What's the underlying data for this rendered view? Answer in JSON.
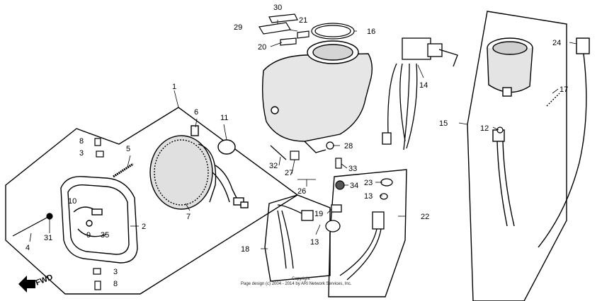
{
  "callouts": [
    "1",
    "2",
    "3",
    "4",
    "5",
    "6",
    "7",
    "8",
    "9",
    "10",
    "11",
    "12",
    "13",
    "14",
    "15",
    "16",
    "17",
    "18",
    "19",
    "20",
    "21",
    "22",
    "23",
    "24",
    "26",
    "27",
    "28",
    "29",
    "30",
    "31",
    "32",
    "33",
    "34",
    "35"
  ],
  "labels": {
    "c1": "1",
    "c2": "2",
    "c3a": "3",
    "c3b": "3",
    "c4": "4",
    "c5": "5",
    "c6": "6",
    "c7": "7",
    "c8a": "8",
    "c8b": "8",
    "c9": "9",
    "c10": "10",
    "c11": "11",
    "c12": "12",
    "c13a": "13",
    "c13b": "13",
    "c14": "14",
    "c15": "15",
    "c16": "16",
    "c17": "17",
    "c18": "18",
    "c19": "19",
    "c20": "20",
    "c21": "21",
    "c22": "22",
    "c23": "23",
    "c24": "24",
    "c26": "26",
    "c27": "27",
    "c28": "28",
    "c29": "29",
    "c30": "30",
    "c31": "31",
    "c32": "32",
    "c33": "33",
    "c34": "34",
    "c35": "35"
  },
  "direction_label": "FWD",
  "copyright": {
    "line1": "Copyright",
    "line2": "Page design (c) 2004 - 2014 by ARI Network Services, Inc."
  }
}
